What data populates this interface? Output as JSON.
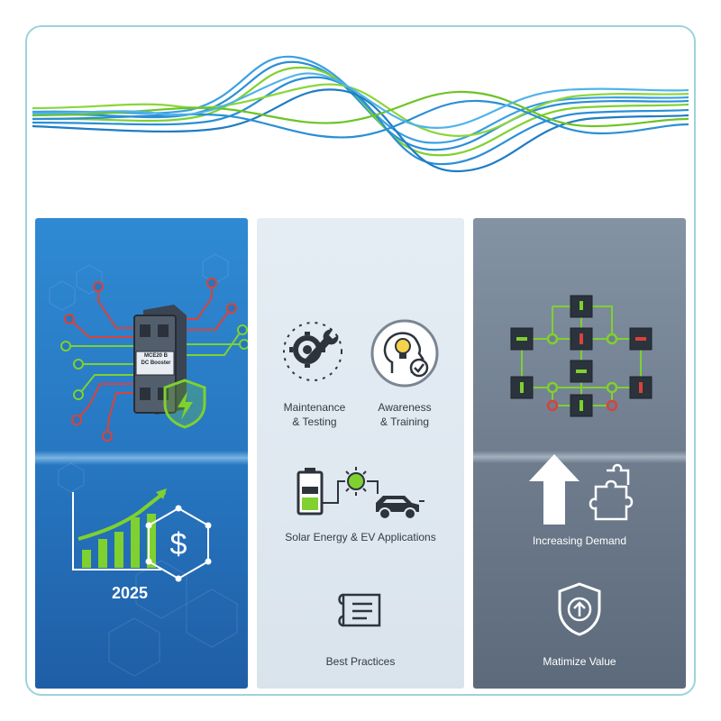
{
  "panels": [
    {
      "id": "grid-protection",
      "device_label": "MCE20 B\nDC Booster",
      "year": "2025",
      "icons": [
        "circuit-breaker-icon",
        "shield-lightning-icon",
        "growth-chart-icon",
        "dollar-hexagon-icon"
      ]
    },
    {
      "id": "services",
      "items": [
        {
          "icon": "gear-wrench-icon",
          "label_line1": "Maintenance",
          "label_line2": "& Testing"
        },
        {
          "icon": "head-lightbulb-icon",
          "label_line1": "Awareness",
          "label_line2": "& Training"
        },
        {
          "icon": "solar-ev-icon",
          "label": "Solar Energy & EV Applications"
        },
        {
          "icon": "document-scroll-icon",
          "label": "Best Practices"
        }
      ]
    },
    {
      "id": "market",
      "items": [
        {
          "icon": "circuit-network-icon"
        },
        {
          "icon": "arrow-puzzle-icon",
          "label": "Increasing Demand"
        },
        {
          "icon": "shield-arrow-icon",
          "label": "Matimize Value"
        }
      ]
    }
  ],
  "colors": {
    "blue_wire": "#2a8fd6",
    "green_wire": "#7ed12f",
    "panel_blue": "#2675bf",
    "panel_light": "#e0e9f1",
    "panel_slate": "#6f7d8e",
    "status_red": "#d9433a"
  }
}
